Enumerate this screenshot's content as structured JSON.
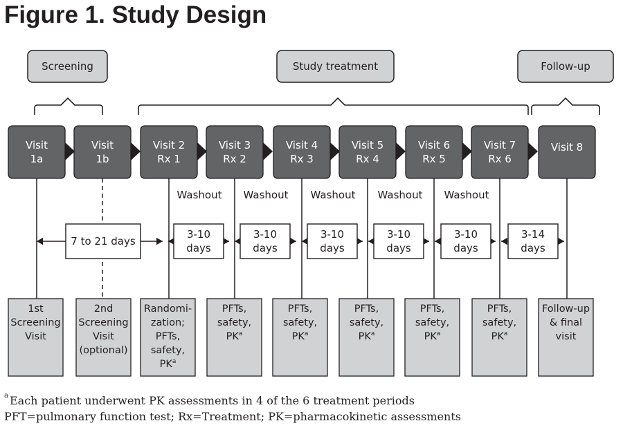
{
  "title": "Figure 1. Study Design",
  "phases": [
    {
      "label": "Screening"
    },
    {
      "label": "Study treatment"
    },
    {
      "label": "Follow-up"
    }
  ],
  "visits": [
    {
      "lines": [
        "Visit",
        "1a"
      ]
    },
    {
      "lines": [
        "Visit",
        "1b"
      ]
    },
    {
      "lines": [
        "Visit 2",
        "Rx 1"
      ]
    },
    {
      "lines": [
        "Visit 3",
        "Rx 2"
      ]
    },
    {
      "lines": [
        "Visit 4",
        "Rx 3"
      ]
    },
    {
      "lines": [
        "Visit 5",
        "Rx 4"
      ]
    },
    {
      "lines": [
        "Visit 6",
        "Rx 5"
      ]
    },
    {
      "lines": [
        "Visit 7",
        "Rx 6"
      ]
    },
    {
      "lines": [
        "Visit 8"
      ]
    }
  ],
  "washout_label": "Washout",
  "intervals": [
    {
      "lines": [
        "7 to 21 days"
      ]
    },
    {
      "lines": [
        "3-10",
        "days"
      ]
    },
    {
      "lines": [
        "3-10",
        "days"
      ]
    },
    {
      "lines": [
        "3-10",
        "days"
      ]
    },
    {
      "lines": [
        "3-10",
        "days"
      ]
    },
    {
      "lines": [
        "3-10",
        "days"
      ]
    },
    {
      "lines": [
        "3-14",
        "days"
      ]
    }
  ],
  "outcomes": [
    {
      "lines": [
        "1st",
        "Screening",
        "Visit"
      ],
      "sup": null
    },
    {
      "lines": [
        "2nd",
        "Screening",
        "Visit",
        "(optional)"
      ],
      "sup": null
    },
    {
      "lines": [
        "Randomi-",
        "zation;",
        "PFTs,",
        "safety,",
        "PK"
      ],
      "sup": "a"
    },
    {
      "lines": [
        "PFTs,",
        "safety,",
        "PK"
      ],
      "sup": "a"
    },
    {
      "lines": [
        "PFTs,",
        "safety,",
        "PK"
      ],
      "sup": "a"
    },
    {
      "lines": [
        "PFTs,",
        "safety,",
        "PK"
      ],
      "sup": "a"
    },
    {
      "lines": [
        "PFTs,",
        "safety,",
        "PK"
      ],
      "sup": "a"
    },
    {
      "lines": [
        "PFTs,",
        "safety,",
        "PK"
      ],
      "sup": "a"
    },
    {
      "lines": [
        "Follow-up",
        "& final",
        "visit"
      ],
      "sup": null
    }
  ],
  "footnotes": {
    "marker": "a",
    "line1": "Each patient underwent PK assessments in 4 of the 6 treatment periods",
    "line2": "PFT=pulmonary function test; Rx=Treatment; PK=pharmacokinetic assessments"
  },
  "colors": {
    "visit_fill": "#636466",
    "phase_fill": "#d1d2d4",
    "outcome_fill": "#d1d2d4",
    "stroke": "#231f20"
  }
}
